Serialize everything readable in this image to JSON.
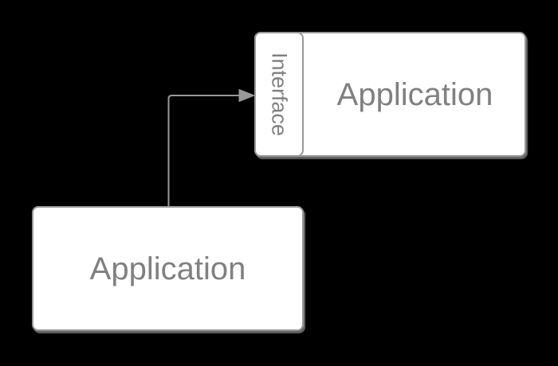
{
  "diagram": {
    "kind": "component-diagram",
    "background_color": "#000000",
    "node_fill_color": "#ffffff",
    "stroke_color": "#999999",
    "text_color": "#808080",
    "nodes": [
      {
        "id": "application-lower",
        "label": "Application"
      },
      {
        "id": "application-upper",
        "label": "Application",
        "interface_label": "Interface"
      }
    ],
    "edges": [
      {
        "from": "application-lower",
        "to": "application-upper-interface",
        "shape": "orthogonal",
        "arrowhead": "filled-triangle-right"
      }
    ]
  }
}
